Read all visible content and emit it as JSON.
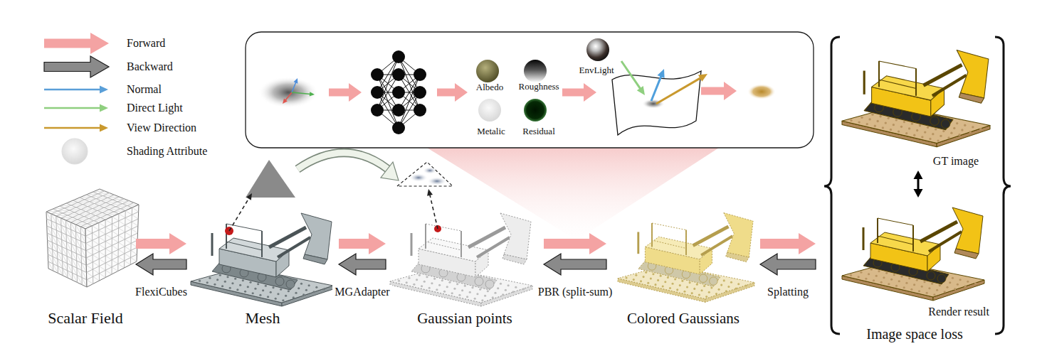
{
  "diagram": {
    "nodes": [
      {
        "text": [
          "Scalar Field"
        ]
      },
      {
        "text": [
          "Mesh"
        ]
      },
      {
        "text": [
          "Gaussian points"
        ]
      },
      {
        "text": [
          "Colored Gaussians"
        ]
      },
      {
        "text": [
          "Image space loss"
        ]
      },
      {
        "text": [
          "GT image"
        ],
        "in": 4
      },
      {
        "text": [
          "Render result"
        ],
        "in": 4
      }
    ],
    "edges": [
      {
        "from": 0,
        "to": 1,
        "arrow": "to"
      },
      {
        "from": 1,
        "to": 0,
        "label": "FlexiCubes",
        "arrow": "to"
      },
      {
        "from": 1,
        "to": 2,
        "arrow": "to"
      },
      {
        "from": 2,
        "to": 1,
        "label": "MGAdapter",
        "arrow": "to"
      },
      {
        "from": 2,
        "to": 3,
        "arrow": "to"
      },
      {
        "from": 3,
        "to": 2,
        "label": "PBR (split-sum)",
        "arrow": "to"
      },
      {
        "from": 3,
        "to": 4,
        "arrow": "to"
      },
      {
        "from": 4,
        "to": 3,
        "label": "Splatting",
        "arrow": "to"
      },
      {
        "from": 5,
        "to": 6,
        "arrow": "both"
      }
    ],
    "labels": [
      "Albedo",
      "Roughness",
      "Metalic",
      "Residual",
      "EnvLight"
    ],
    "legend": [
      {
        "text": "Forward"
      },
      {
        "text": "Backward"
      },
      {
        "text": "Normal"
      },
      {
        "text": "Direct Light"
      },
      {
        "text": "View Direction"
      },
      {
        "text": "Shading Attribute"
      }
    ]
  }
}
